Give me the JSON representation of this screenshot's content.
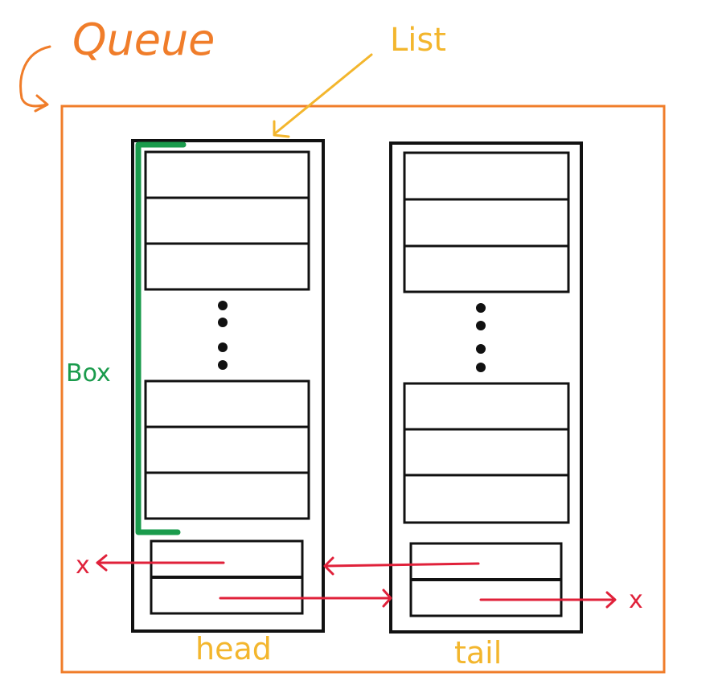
{
  "labels": {
    "queue": "Queue",
    "list": "List",
    "box": "Box",
    "head": "head",
    "tail": "tail",
    "null_left": "x",
    "null_right": "x",
    "ellipsis": "⋮"
  },
  "colors": {
    "queue": "#f07d2a",
    "list": "#f3b62d",
    "box": "#1a9b4c",
    "pointer": "#e0213a",
    "stroke": "#111111",
    "background": "#ffffff"
  },
  "lists": [
    {
      "name": "head",
      "label": "head"
    },
    {
      "name": "tail",
      "label": "tail"
    }
  ]
}
